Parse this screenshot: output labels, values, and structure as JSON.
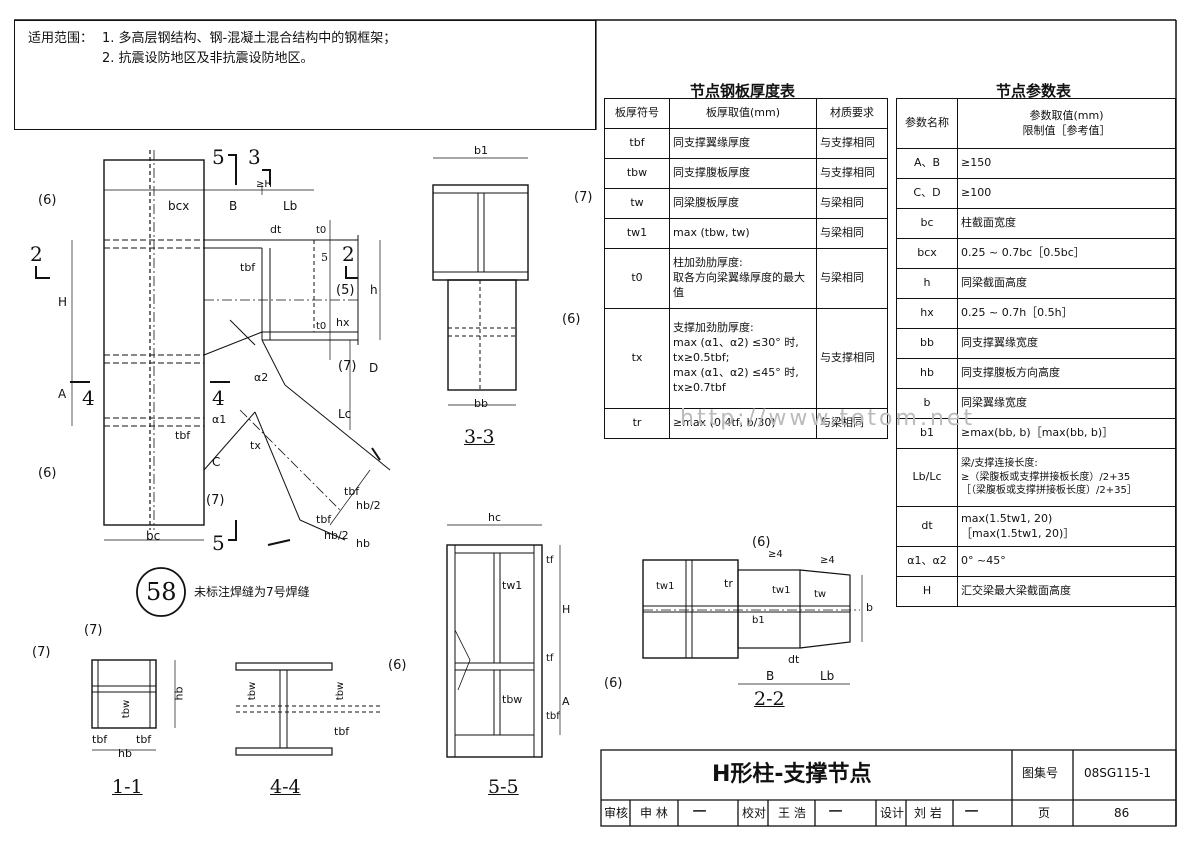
{
  "scope": {
    "label": "适用范围：",
    "item1": "1. 多高层钢结构、钢-混凝土混合结构中的钢框架；",
    "item2": "2. 抗震设防地区及非抗震设防地区。"
  },
  "plate_table": {
    "title": "节点钢板厚度表",
    "headers": [
      "板厚符号",
      "板厚取值(mm)",
      "材质要求"
    ],
    "rows": [
      [
        "tbf",
        "同支撑翼缘厚度",
        "与支撑相同"
      ],
      [
        "tbw",
        "同支撑腹板厚度",
        "与支撑相同"
      ],
      [
        "tw",
        "同梁腹板厚度",
        "与梁相同"
      ],
      [
        "tw1",
        "max (tbw, tw)",
        "与梁相同"
      ],
      [
        "t0",
        "柱加劲肋厚度:\n取各方向梁翼缘厚度的最大值",
        "与梁相同"
      ],
      [
        "tx",
        "支撑加劲肋厚度:\nmax (α1、α2) ≤30° 时,\ntx≥0.5tbf;\nmax (α1、α2) ≤45° 时,\ntx≥0.7tbf",
        "与支撑相同"
      ],
      [
        "tr",
        "≥max (0.4tf, b/30)",
        "与梁相同"
      ]
    ]
  },
  "param_table": {
    "title": "节点参数表",
    "headers": [
      "参数名称",
      "参数取值(mm)\n限制值［参考值］"
    ],
    "rows": [
      [
        "A、B",
        "≥150"
      ],
      [
        "C、D",
        "≥100"
      ],
      [
        "bc",
        "柱截面宽度"
      ],
      [
        "bcx",
        "0.25 ~ 0.7bc［0.5bc］"
      ],
      [
        "h",
        "同梁截面高度"
      ],
      [
        "hx",
        "0.25 ~ 0.7h［0.5h］"
      ],
      [
        "bb",
        "同支撑翼缘宽度"
      ],
      [
        "hb",
        "同支撑腹板方向高度"
      ],
      [
        "b",
        "同梁翼缘宽度"
      ],
      [
        "b1",
        "≥max(bb, b)［max(bb, b)］"
      ],
      [
        "Lb/Lc",
        "梁/支撑连接长度:\n≥（梁腹板或支撑拼接板长度）/2+35\n［（梁腹板或支撑拼接板长度）/2+35］"
      ],
      [
        "dt",
        "max(1.5tw1, 20)\n［max(1.5tw1, 20)］"
      ],
      [
        "α1、α2",
        "0° ~45°"
      ],
      [
        "H",
        "汇交梁最大梁截面高度"
      ]
    ]
  },
  "detail_no": "58",
  "weld_note": "未标注焊缝为7号焊缝",
  "watermark": "http://www.totom.net",
  "sections": {
    "s11": "1-1",
    "s44": "4-4",
    "s55": "5-5",
    "s33": "3-3",
    "s22": "2-2"
  },
  "labels": {
    "bcx": "bcx",
    "B": "B",
    "Lb": "Lb",
    "dt": "dt",
    "t0": "t0",
    "tbf": "tbf",
    "h": "h",
    "hx": "hx",
    "H": "H",
    "D": "D",
    "A": "A",
    "C": "C",
    "bc": "bc",
    "Lc": "Lc",
    "tx": "tx",
    "a1": "α1",
    "a2": "α2",
    "hb2": "hb/2",
    "hb": "hb",
    "bb": "bb",
    "b1": "b1",
    "hc": "hc",
    "tw1": "tw1",
    "tf": "tf",
    "tbw": "tbw",
    "tr": "tr",
    "b": "b",
    "tw": "tw",
    "ge4": "≥4",
    "geH": "≥H",
    "n2": "2",
    "n3": "3",
    "n4": "4",
    "n5": "5",
    "w5": "5",
    "w6": "6",
    "w7": "7"
  },
  "title_block": {
    "title": "H形柱-支撑节点",
    "atlas_label": "图集号",
    "atlas_no": "08SG115-1",
    "review_label": "审核",
    "reviewer": "申 林",
    "check_label": "校对",
    "checker": "王 浩",
    "design_label": "设计",
    "designer": "刘 岩",
    "page_label": "页",
    "page_no": "86"
  }
}
